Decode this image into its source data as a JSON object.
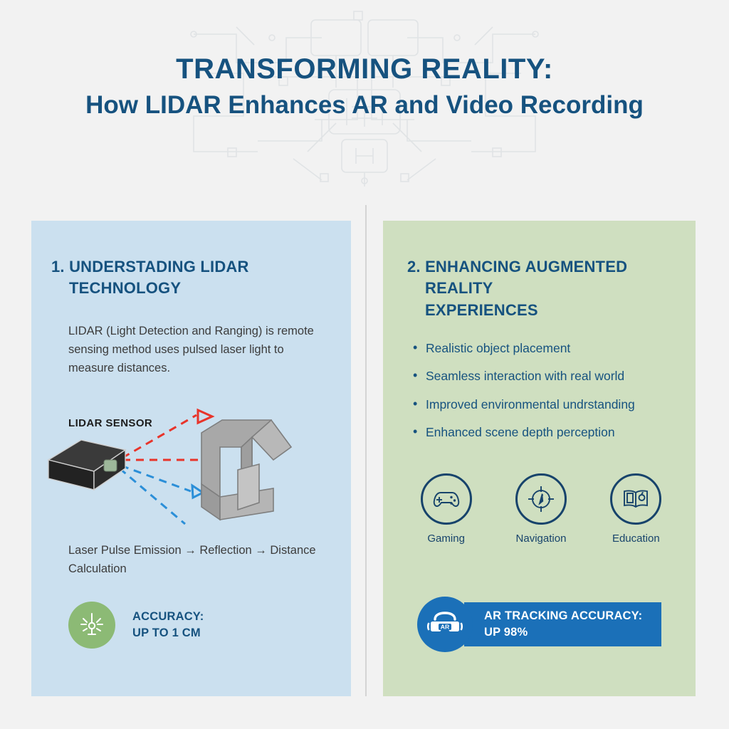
{
  "header": {
    "title_main": "TRANSFORMING REALITY:",
    "title_sub": "How LIDAR Enhances AR and Video Recording",
    "watermark_icon": "circuit-board-pattern"
  },
  "colors": {
    "background": "#f2f2f2",
    "navy": "#16527f",
    "panel_left_bg": "#cbe0ef",
    "panel_right_bg": "#cfdfc0",
    "green_accent": "#8cba75",
    "blue_accent": "#1b70b8",
    "ray_outgoing": "#e8342a",
    "ray_return": "#2b8fd8",
    "object_grey": "#a5a5a5",
    "sensor_body": "#2b2b2b"
  },
  "panels": {
    "left": {
      "number": "1.",
      "heading_line1": "UNDERSTADING LIDAR",
      "heading_line2": "TECHNOLOGY",
      "body": "LIDAR (Light Detection and Ranging) is remote sensing method uses pulsed laser light to measure distances.",
      "diagram": {
        "sensor_label": "LIDAR SENSOR",
        "sensor_icon": "lidar-sensor-box-icon",
        "target_icon": "isometric-house-icon",
        "outgoing_rays": 2,
        "return_rays": 2
      },
      "flow": "Laser Pulse Emission  →  Reflection   →  Distance Calculation",
      "stat": {
        "icon": "laser-burst-icon",
        "line1": "ACCURACY:",
        "line2": "UP TO 1 CM"
      }
    },
    "right": {
      "number": "2.",
      "heading_line1": "ENHANCING AUGMENTED",
      "heading_line2": "REALITY",
      "heading_line3": "EXPERIENCES",
      "bullets": [
        "Realistic object placement",
        "Seamless interaction with real world",
        "Improved environmental undrstanding",
        "Enhanced scene depth perception"
      ],
      "usecases": [
        {
          "label": "Gaming",
          "icon": "gamepad-icon"
        },
        {
          "label": "Navigation",
          "icon": "compass-icon"
        },
        {
          "label": "Education",
          "icon": "open-book-icon"
        }
      ],
      "stat": {
        "icon": "ar-goggles-icon",
        "badge_text": "AR",
        "line1": "AR TRACKING ACCURACY:",
        "line2": "UP 98%"
      }
    }
  }
}
